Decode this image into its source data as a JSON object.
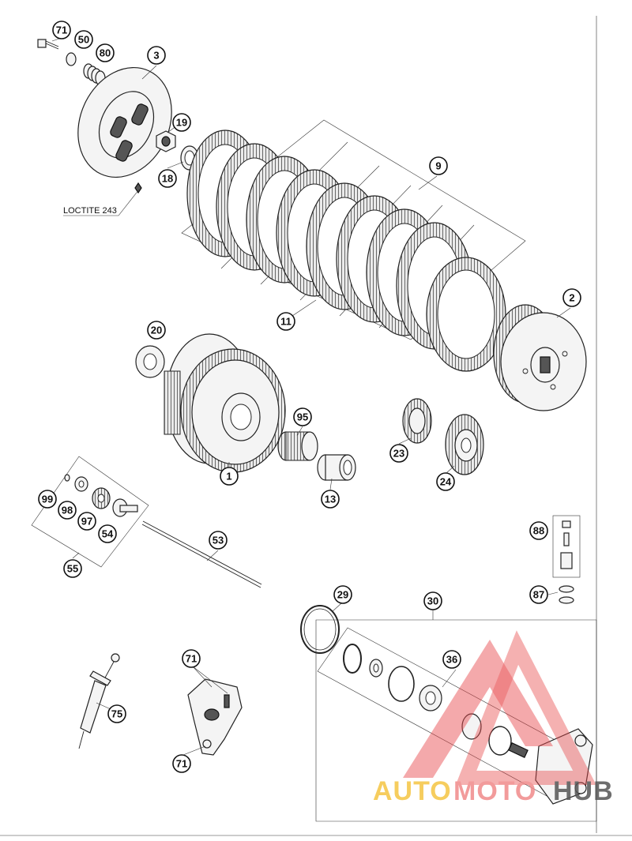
{
  "callouts": {
    "p71a": "71",
    "p50": "50",
    "p80": "80",
    "p3": "3",
    "p19": "19",
    "p18": "18",
    "p9": "9",
    "p2": "2",
    "p11": "11",
    "p20": "20",
    "p95": "95",
    "p1": "1",
    "p23": "23",
    "p24": "24",
    "p13": "13",
    "p99": "99",
    "p98": "98",
    "p97": "97",
    "p54": "54",
    "p53": "53",
    "p55": "55",
    "p88": "88",
    "p87": "87",
    "p29": "29",
    "p30": "30",
    "p36": "36",
    "p71b": "71",
    "p75": "75",
    "p71c": "71"
  },
  "notes": {
    "loctite": "LOCTITE 243"
  },
  "watermark": {
    "part1": "AUTO",
    "part2": "MOTO",
    "part3": "HUB",
    "colors": {
      "part1": "#f5c542",
      "part2": "#f08a8a",
      "part3": "#555555",
      "triangle": "#e8474a"
    }
  }
}
